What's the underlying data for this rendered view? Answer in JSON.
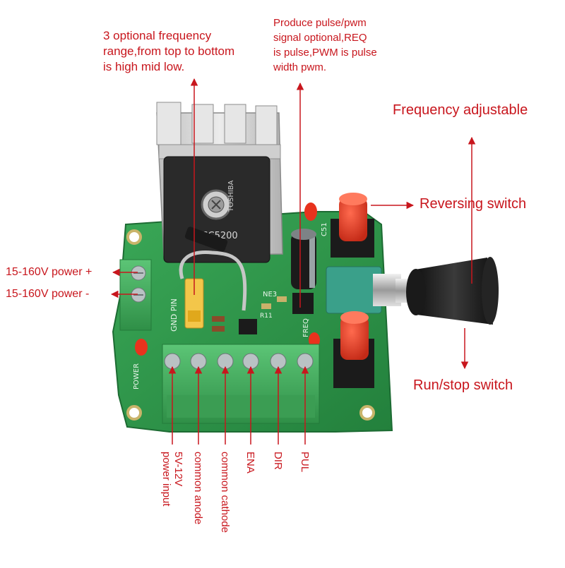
{
  "annotations": {
    "frequency_range": "3 optional frequency\nrange,from top to bottom\nis high mid low.",
    "pulse_pwm": "Produce pulse/pwm\nsignal optional,REQ\nis pulse,PWM is pulse\nwidth pwm.",
    "frequency_adjustable": "Frequency adjustable",
    "reversing_switch": "Reversing switch",
    "run_stop_switch": "Run/stop switch",
    "power_plus": "15-160V power +",
    "power_minus": "15-160V power -"
  },
  "terminal_labels": [
    "5V-12V\npower input",
    "common anode",
    "common cathode",
    "ENA",
    "DIR",
    "PUL"
  ],
  "board_markings": {
    "transistor_brand": "TOSHIBA",
    "transistor_model": "2SC5200",
    "gnd_pin": "GND PIN",
    "power": "POWER",
    "ne3": "NE3",
    "freq": "FREQ",
    "r11": "R11",
    "c51": "C51"
  },
  "colors": {
    "annotation_red": "#c8161d",
    "pcb_green": "#2f9a4a",
    "terminal_green": "#4fb867",
    "button_red": "#e23a26",
    "heatsink_silver": "#d6d6d6"
  }
}
